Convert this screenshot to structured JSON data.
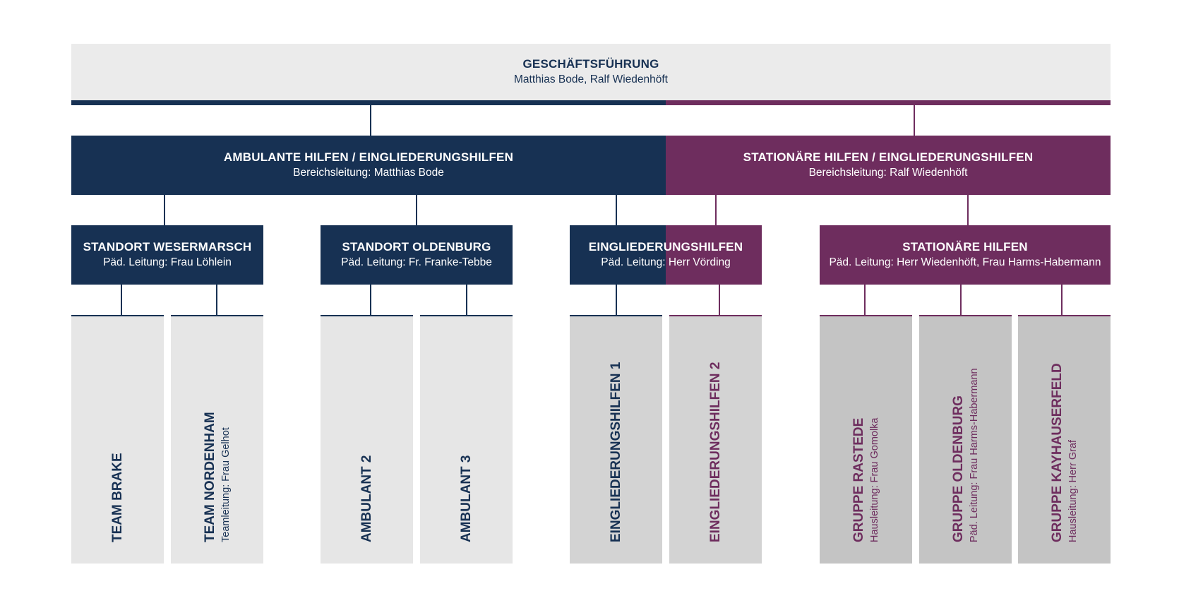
{
  "colors": {
    "navy": "#173153",
    "plum": "#6e2d5e",
    "light_gray": "#e6e6e6",
    "mid_gray": "#d3d3d3",
    "dark_gray": "#c4c4c4",
    "top_gray": "#ebebeb"
  },
  "top": {
    "title": "GESCHÄFTSFÜHRUNG",
    "subtitle": "Matthias Bode, Ralf Wiedenhöft"
  },
  "divisions": [
    {
      "title": "AMBULANTE HILFEN / EINGLIEDERUNGSHILFEN",
      "subtitle": "Bereichsleitung: Matthias Bode"
    },
    {
      "title": "STATIONÄRE HILFEN / EINGLIEDERUNGSHILFEN",
      "subtitle": "Bereichsleitung: Ralf Wiedenhöft"
    }
  ],
  "units": [
    {
      "title": "STANDORT WESERMARSCH",
      "subtitle": "Päd. Leitung: Frau Löhlein"
    },
    {
      "title": "STANDORT OLDENBURG",
      "subtitle": "Päd. Leitung: Fr. Franke-Tebbe"
    },
    {
      "title": "EINGLIEDERUNGSHILFEN",
      "subtitle": "Päd. Leitung: Herr Vörding"
    },
    {
      "title": "STATIONÄRE HILFEN",
      "subtitle": "Päd. Leitung: Herr Wiedenhöft, Frau Harms-Habermann"
    }
  ],
  "teams": [
    {
      "title": "TEAM BRAKE",
      "subtitle": ""
    },
    {
      "title": "TEAM NORDENHAM",
      "subtitle": "Teamleitung: Frau Gelhot"
    },
    {
      "title": "AMBULANT 2",
      "subtitle": ""
    },
    {
      "title": "AMBULANT 3",
      "subtitle": ""
    },
    {
      "title": "EINGLIEDERUNGSHILFEN 1",
      "subtitle": ""
    },
    {
      "title": "EINGLIEDERUNGSHILFEN 2",
      "subtitle": ""
    },
    {
      "title": "GRUPPE RASTEDE",
      "subtitle": "Hausleitung: Frau Gomolka"
    },
    {
      "title": "GRUPPE OLDENBURG",
      "subtitle": "Päd. Leitung: Frau Harms-Habermann"
    },
    {
      "title": "GRUPPE KAYHAUSERFELD",
      "subtitle": "Hausleitung: Herr Graf"
    }
  ]
}
